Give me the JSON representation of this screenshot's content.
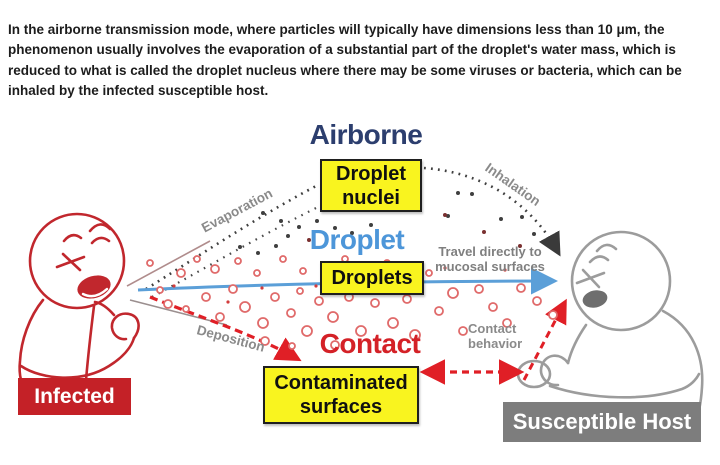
{
  "intro": {
    "text": "In the airborne transmission mode, where particles will typically have dimensions less than 10 μm, the phenomenon usually involves the evaporation of a substantial part of the droplet's water mass, which is reduced to what is called the droplet nucleus where there may be some viruses or bacteria, which can be inhaled by the infected susceptible host."
  },
  "diagram": {
    "routes": {
      "airborne": {
        "title": "Airborne",
        "box": "Droplet nuclei",
        "color": "#2c3e6e"
      },
      "droplet": {
        "title": "Droplet",
        "box": "Droplets",
        "color": "#4d96d9"
      },
      "contact": {
        "title": "Contact",
        "box": "Contaminated surfaces",
        "color": "#d42127"
      }
    },
    "process_labels": {
      "evaporation": "Evaporation",
      "inhalation": "Inhalation",
      "deposition": "Deposition",
      "travel": "Travel directly to mucosal surfaces",
      "contact_behavior": "Contact behavior"
    },
    "actors": {
      "infected": {
        "label": "Infected",
        "color": "#c42127"
      },
      "susceptible": {
        "label": "Susceptible Host",
        "color": "#7d7d7d"
      }
    },
    "colors": {
      "box_fill": "#f9f41f",
      "droplet_arrow": "#5b9fd8",
      "contact_arrow": "#e01f26",
      "airborne_particles": "#3f3f3f",
      "label_gray": "#8a8a8a"
    }
  }
}
